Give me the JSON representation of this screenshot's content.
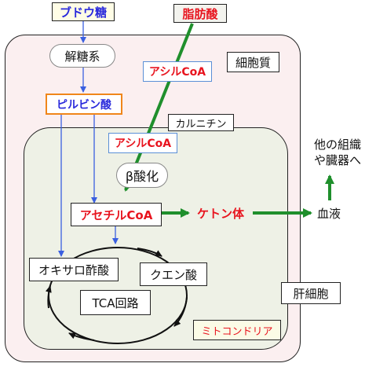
{
  "labels": {
    "glucose": "ブドウ糖",
    "fatty_acid": "脂肪酸",
    "glycolysis": "解糖系",
    "acyl_coa_cytoplasm": "アシルCoA",
    "cytoplasm": "細胞質",
    "pyruvate": "ピルビン酸",
    "carnitine": "カルニチン",
    "acyl_coa_mito": "アシルCoA",
    "beta_oxidation": "β酸化",
    "acetyl_coa": "アセチルCoA",
    "ketone_body": "ケトン体",
    "blood": "血液",
    "other_tissues": "他の組織\nや臓器へ",
    "oxaloacetate": "オキサロ酢酸",
    "citrate": "クエン酸",
    "tca_cycle": "TCA回路",
    "hepatocyte": "肝細胞",
    "mitochondria": "ミトコンドリア"
  },
  "colors": {
    "blue_text": "#2b2bdc",
    "red_text": "#e8141e",
    "green_arrow": "#1f8f2c",
    "blue_arrow": "#3a5fe0",
    "cell_fill": "#fbeff0",
    "mito_fill": "#eef1e6",
    "orange_border": "#f0861a",
    "blue_border": "#5b8fd6"
  }
}
